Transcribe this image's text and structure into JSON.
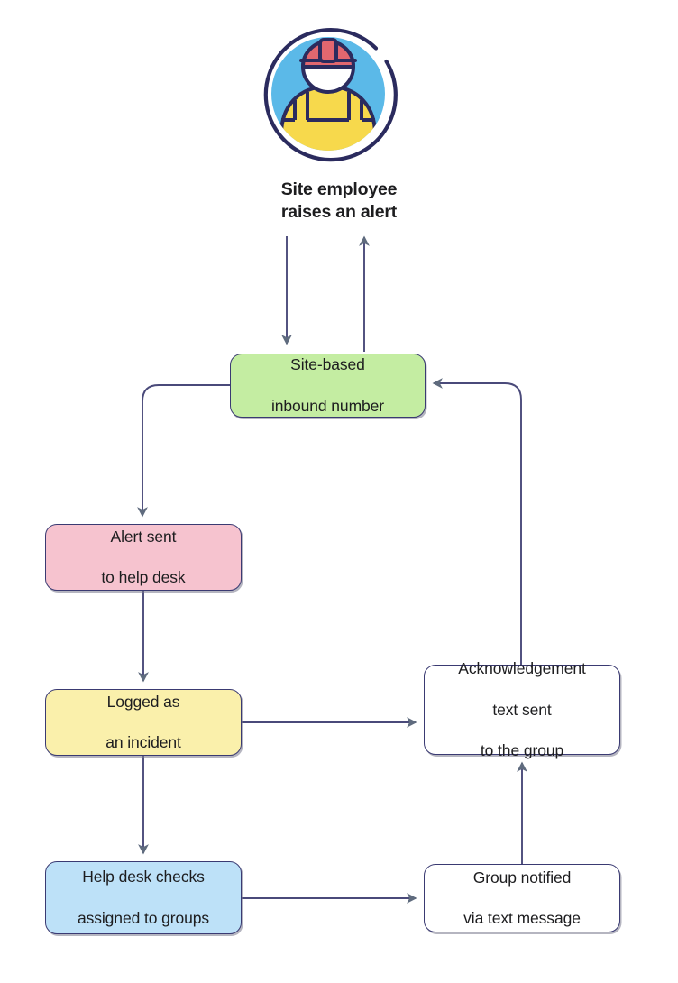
{
  "diagram": {
    "title_lines": [
      "Site employee",
      "raises an alert"
    ],
    "title_full": "Site employee raises an alert",
    "icon": {
      "name": "site-employee-avatar-icon",
      "description": "construction worker in hard hat inside blue circle",
      "colors": {
        "ring": "#2b2b5e",
        "circle_fill": "#5bb9e8",
        "helmet": "#e2676f",
        "face": "#ffffff",
        "overalls": "#f7d94c"
      }
    },
    "palette": {
      "green": "#c4eda2",
      "pink": "#f6c3cf",
      "yellow": "#faf0ab",
      "blue": "#bde1f8",
      "white": "#ffffff",
      "stroke": "#3a3a72",
      "connector": "#4a4a7a",
      "arrowhead": "#5f6b7e",
      "text": "#1d1d1f"
    },
    "nodes": [
      {
        "id": "inbound",
        "lines": [
          "Site-based",
          "inbound number"
        ],
        "fill": "#c4eda2"
      },
      {
        "id": "alert",
        "lines": [
          "Alert sent",
          "to help desk"
        ],
        "fill": "#f6c3cf"
      },
      {
        "id": "incident",
        "lines": [
          "Logged as",
          "an incident"
        ],
        "fill": "#faf0ab"
      },
      {
        "id": "helpdesk",
        "lines": [
          "Help desk checks",
          "assigned to groups"
        ],
        "fill": "#bde1f8"
      },
      {
        "id": "ack",
        "lines": [
          "Acknowledgement",
          "text sent",
          "to the group"
        ],
        "fill": "#ffffff"
      },
      {
        "id": "group",
        "lines": [
          "Group notified",
          "via text message"
        ],
        "fill": "#ffffff"
      }
    ],
    "edges": [
      {
        "id": "employee-to-inbound",
        "from": "site-employee",
        "to": "inbound",
        "direction": "down"
      },
      {
        "id": "inbound-to-employee",
        "from": "inbound",
        "to": "site-employee",
        "direction": "up"
      },
      {
        "id": "inbound-to-alert",
        "from": "inbound",
        "to": "alert",
        "direction": "left-down"
      },
      {
        "id": "alert-to-incident",
        "from": "alert",
        "to": "incident",
        "direction": "down"
      },
      {
        "id": "incident-to-helpdesk",
        "from": "incident",
        "to": "helpdesk",
        "direction": "down"
      },
      {
        "id": "incident-to-ack",
        "from": "incident",
        "to": "ack",
        "direction": "right"
      },
      {
        "id": "helpdesk-to-group",
        "from": "helpdesk",
        "to": "group",
        "direction": "right"
      },
      {
        "id": "group-to-ack",
        "from": "group",
        "to": "ack",
        "direction": "up"
      },
      {
        "id": "ack-to-inbound",
        "from": "ack",
        "to": "inbound",
        "direction": "up-left"
      }
    ]
  }
}
